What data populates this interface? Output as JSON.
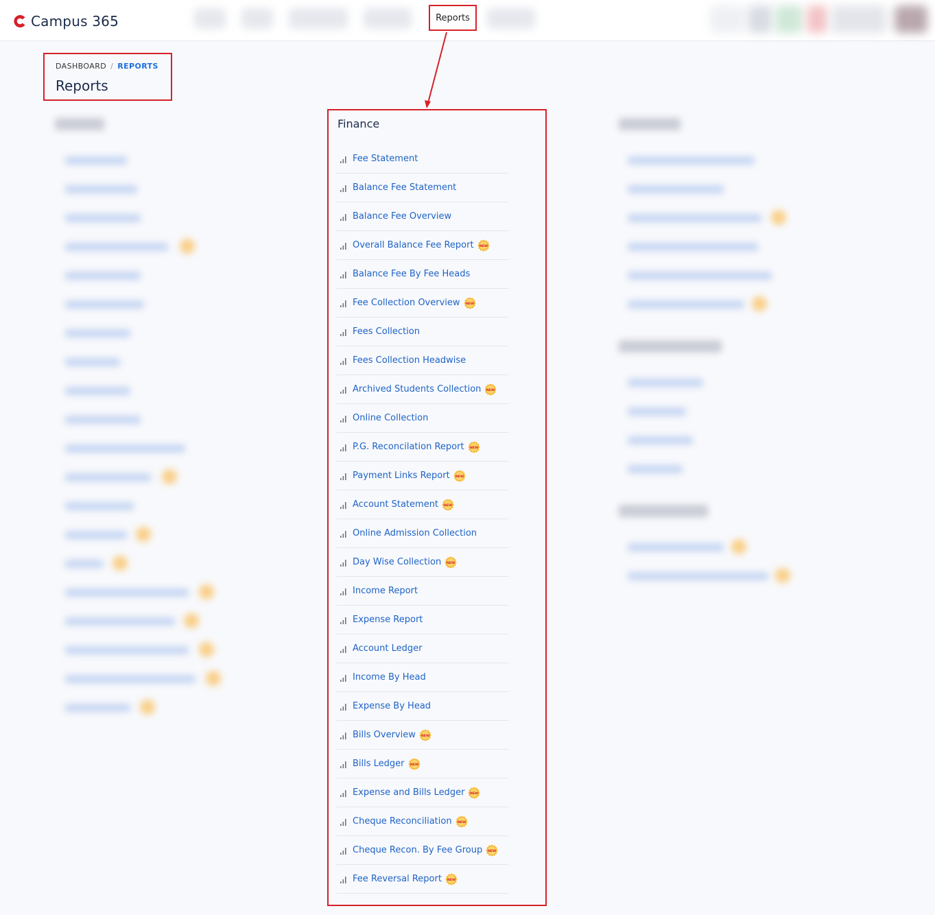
{
  "app": {
    "logo_text": "Campus 365",
    "brand_color": "#d6202a"
  },
  "nav": {
    "reports_label": "Reports"
  },
  "breadcrumb": {
    "home": "DASHBOARD",
    "separator": "/",
    "current": "REPORTS"
  },
  "page": {
    "title": "Reports"
  },
  "finance": {
    "heading": "Finance",
    "badge_text": "NEW",
    "items": [
      {
        "label": "Fee Statement",
        "is_new": false
      },
      {
        "label": "Balance Fee Statement",
        "is_new": false
      },
      {
        "label": "Balance Fee Overview",
        "is_new": false
      },
      {
        "label": "Overall Balance Fee Report",
        "is_new": true
      },
      {
        "label": "Balance Fee By Fee Heads",
        "is_new": false
      },
      {
        "label": "Fee Collection Overview",
        "is_new": true
      },
      {
        "label": "Fees Collection",
        "is_new": false
      },
      {
        "label": "Fees Collection Headwise",
        "is_new": false
      },
      {
        "label": "Archived Students Collection",
        "is_new": true
      },
      {
        "label": "Online Collection",
        "is_new": false
      },
      {
        "label": "P.G. Reconcilation Report",
        "is_new": true
      },
      {
        "label": "Payment Links Report",
        "is_new": true
      },
      {
        "label": "Account Statement",
        "is_new": true
      },
      {
        "label": "Online Admission Collection",
        "is_new": false
      },
      {
        "label": "Day Wise Collection",
        "is_new": true
      },
      {
        "label": "Income Report",
        "is_new": false
      },
      {
        "label": "Expense Report",
        "is_new": false
      },
      {
        "label": "Account Ledger",
        "is_new": false
      },
      {
        "label": "Income By Head",
        "is_new": false
      },
      {
        "label": "Expense By Head",
        "is_new": false
      },
      {
        "label": "Bills Overview",
        "is_new": true
      },
      {
        "label": "Bills Ledger",
        "is_new": true
      },
      {
        "label": "Expense and Bills Ledger",
        "is_new": true
      },
      {
        "label": "Cheque Reconciliation",
        "is_new": true
      },
      {
        "label": "Cheque Recon. By Fee Group",
        "is_new": true
      },
      {
        "label": "Fee Reversal Report",
        "is_new": true
      }
    ]
  },
  "icons": {
    "report": "bar-chart-icon",
    "new": "new-badge-icon"
  }
}
